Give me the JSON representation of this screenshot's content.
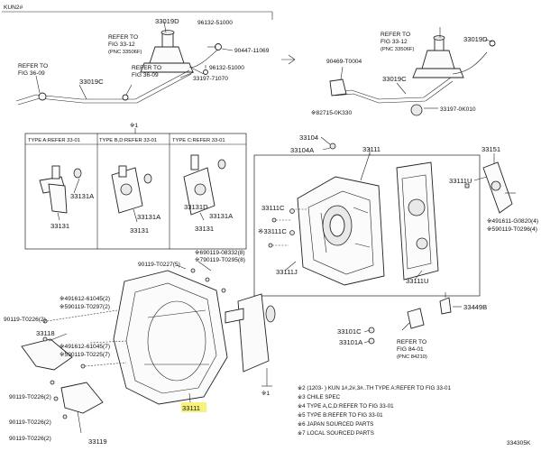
{
  "header": {
    "model": "KUN2#"
  },
  "labels": {
    "p33019D_a": "33019D",
    "p96132_51000_a": "96132-51000",
    "p90447_11069": "90447-11069",
    "p96132_51000_b": "96132-51000",
    "p33197_71070": "33197-71070",
    "p33019C_a": "33019C",
    "refer_33_12_a": "REFER TO",
    "refer_33_12_a2": "FIG 33-12",
    "refer_33_12_a3": "(PNC 33506F)",
    "refer_36_09_a": "REFER TO",
    "refer_36_09_a2": "FIG 36-09",
    "refer_36_09_b": "REFER TO",
    "refer_36_09_b2": "FIG 36-09",
    "p90469_t0004": "90469-T0004",
    "refer_33_12_b": "REFER TO",
    "refer_33_12_b2": "FIG 33-12",
    "refer_33_12_b3": "(PNC 33506F)",
    "p33019D_b": "33019D",
    "p33019C_b": "33019C",
    "p82715_0k330": "※82715-0K330",
    "p33197_0k010": "33197-0K010",
    "mark1": "※1",
    "type_a": "TYPE A:REFER 33-01",
    "type_b": "TYPE B,D:REFER 33-01",
    "type_c": "TYPE C:REFER 33-01",
    "p33131A_1": "33131A",
    "p33131_1": "33131",
    "p33131A_2": "33131A",
    "p33131_2": "33131",
    "p33131D": "33131D",
    "p33131A_3": "33131A",
    "p33131_3": "33131",
    "p33104": "33104",
    "p33104A": "33104A",
    "p33111_top": "33111",
    "p33151": "33151",
    "p33111C": "33111C",
    "p33111C_b": "※33111C",
    "p33111U": "33111U",
    "p33111J": "33111J",
    "p33111U_b": "33111U",
    "p491611": "※491611-G0820(4)",
    "p590119": "※590119-T0296(4)",
    "p33449B": "33449B",
    "p33101C": "33101C",
    "p33101A": "33101A",
    "refer_84_01": "REFER TO",
    "refer_84_01b": "FIG 84-01",
    "refer_84_01c": "(PNC 84210)",
    "p690119": "※690119-08332(8)",
    "p790119": "※790119-T0295(8)",
    "p90119_t0227": "90119-T0227(5)",
    "p491612_a": "※491612-61045(2)",
    "p590119_t0297": "※590119-T0297(2)",
    "p90119_t0226_a": "90119-T0226(2)",
    "p33118": "33118",
    "p491612_b": "※491612-61045(7)",
    "p590119_t0225": "※590119-T0225(7)",
    "p90119_t0226_b": "90119-T0226(2)",
    "p90119_t0226_c": "90119-T0226(2)",
    "p90119_t0226_d": "90119-T0226(2)",
    "p33111_main": "33111",
    "p33119": "33119",
    "mark1_b": "※1",
    "diagram_id": "334305K"
  },
  "notes": [
    "※2 (1203-     ) KUN 1#,2#,3#..TH  TYPE A:REFER TO FIG 33-01",
    "※3 CHILE SPEC",
    "※4 TYPE A,C,D:REFER TO FIG 33-01",
    "※5 TYPE B:REFER TO FIG 33-01",
    "※6 JAPAN SOURCED PARTS",
    "※7 LOCAL SOURCED PARTS"
  ],
  "colors": {
    "highlight": "#f7f27a",
    "line": "#222222"
  }
}
